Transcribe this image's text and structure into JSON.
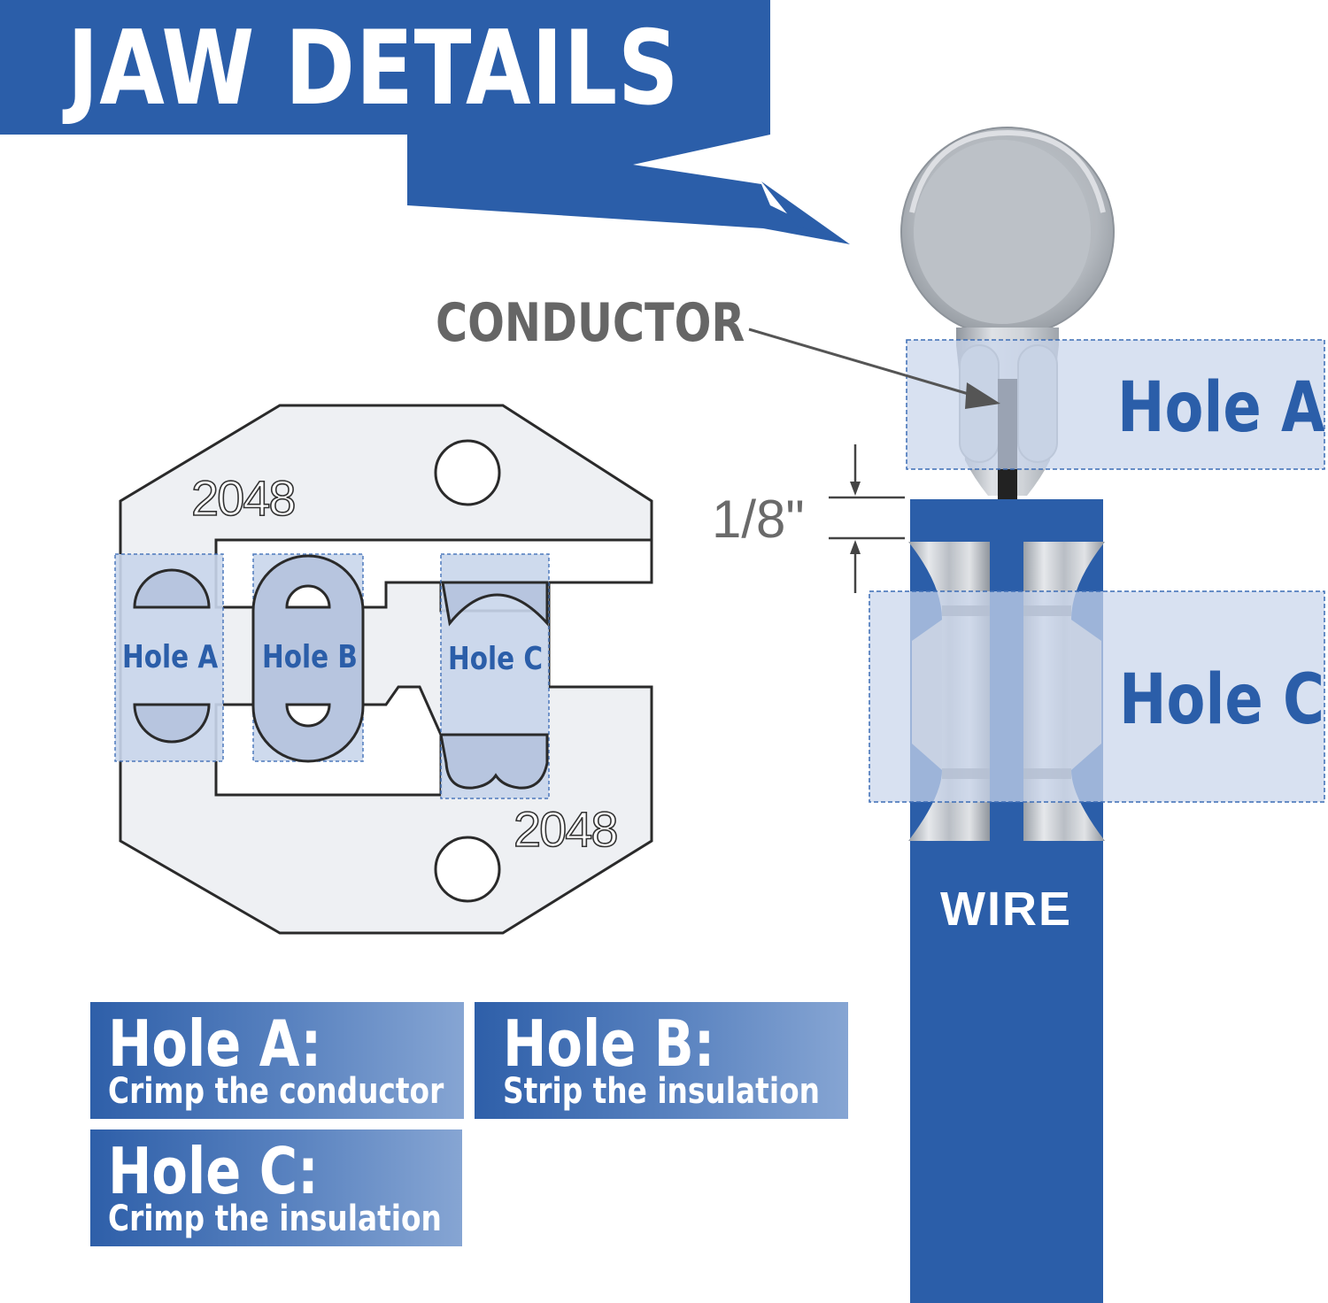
{
  "title": "JAW DETAILS",
  "callouts": {
    "conductor": "CONDUCTOR",
    "measurement": "1/8\"",
    "wire": "WIRE"
  },
  "die": {
    "numbers": [
      "2048",
      "2048"
    ],
    "holes": [
      "Hole A",
      "Hole B",
      "Hole C"
    ]
  },
  "terminal_zones": {
    "upper": "Hole A",
    "lower": "Hole C"
  },
  "legend": [
    {
      "heading": "Hole A:",
      "description": "Crimp the conductor"
    },
    {
      "heading": "Hole B:",
      "description": "Strip the insulation"
    },
    {
      "heading": "Hole C:",
      "description": "Crimp the insulation"
    }
  ],
  "colors": {
    "brand_blue": "#2b5ea9",
    "highlight_fill": "#c9d6ec",
    "die_fill": "#eef0f3",
    "metal": "#b7bcc3",
    "label_gray": "#666666"
  }
}
